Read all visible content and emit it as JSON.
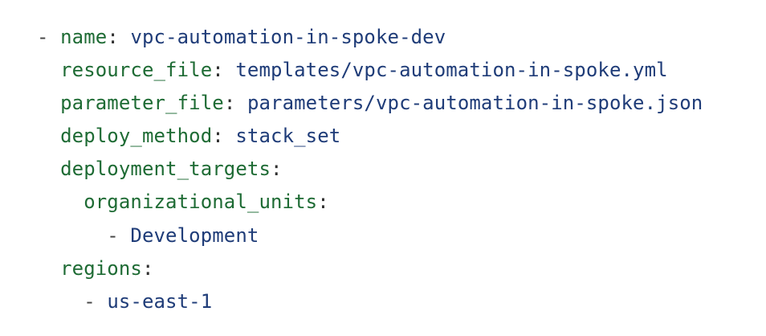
{
  "yaml": {
    "lines": [
      {
        "indent": "",
        "dash": "- ",
        "key": "name",
        "colon": ":",
        "value": "vpc-automation-in-spoke-dev"
      },
      {
        "indent": "  ",
        "dash": "",
        "key": "resource_file",
        "colon": ":",
        "value": "templates/vpc-automation-in-spoke.yml"
      },
      {
        "indent": "  ",
        "dash": "",
        "key": "parameter_file",
        "colon": ":",
        "value": "parameters/vpc-automation-in-spoke.json"
      },
      {
        "indent": "  ",
        "dash": "",
        "key": "deploy_method",
        "colon": ":",
        "value": "stack_set"
      },
      {
        "indent": "  ",
        "dash": "",
        "key": "deployment_targets",
        "colon": ":",
        "value": ""
      },
      {
        "indent": "    ",
        "dash": "",
        "key": "organizational_units",
        "colon": ":",
        "value": ""
      },
      {
        "indent": "      ",
        "dash": "- ",
        "key": "",
        "colon": "",
        "value": "Development"
      },
      {
        "indent": "  ",
        "dash": "",
        "key": "regions",
        "colon": ":",
        "value": ""
      },
      {
        "indent": "    ",
        "dash": "- ",
        "key": "",
        "colon": "",
        "value": "us-east-1"
      }
    ]
  },
  "colors": {
    "key": "#1e6b34",
    "value": "#1f3c78",
    "punctuation": "#2f2f2f",
    "background": "#ffffff"
  }
}
